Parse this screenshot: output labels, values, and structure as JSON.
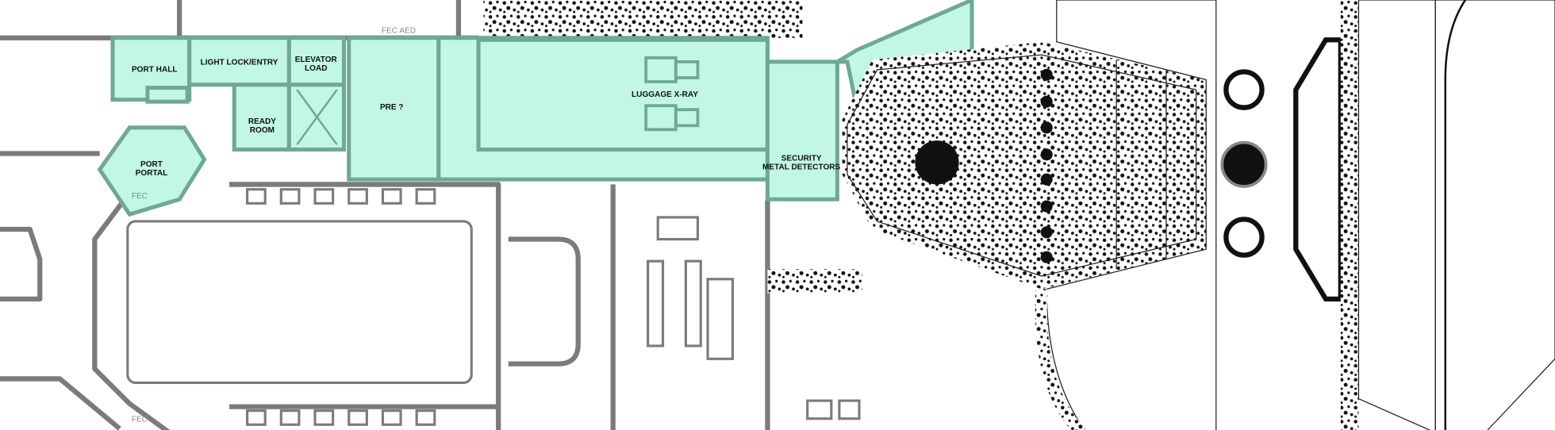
{
  "plan": {
    "rooms": {
      "port_hall": "PORT HALL",
      "light_lock": "LIGHT LOCK/ENTRY",
      "elevator_load_1": "ELEVATOR",
      "elevator_load_2": "LOAD",
      "ready_room_1": "READY",
      "ready_room_2": "ROOM",
      "pre": "PRE ?",
      "luggage_xray": "LUGGAGE X-RAY",
      "security_1": "SECURITY",
      "security_2": "METAL DETECTORS",
      "port_portal_1": "PORT",
      "port_portal_2": "PORTAL"
    },
    "annotations": {
      "fec_aed": "FEC  AED",
      "fec_portal": "FEC",
      "fec_bottom": "FEC"
    },
    "colors": {
      "highlight": "#c2f7e4",
      "highlight_border": "#6fa896",
      "wall": "#7b7b7d",
      "hull": "#e2e2e4"
    }
  }
}
